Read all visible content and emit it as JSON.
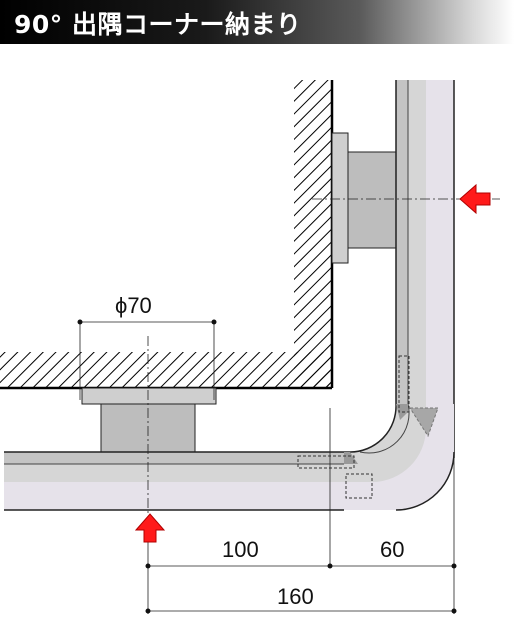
{
  "title": "90° 出隅コーナー納まり",
  "labels": {
    "diameter": "ϕ70",
    "dim_left": "100",
    "dim_right": "60",
    "dim_total": "160"
  },
  "colors": {
    "pipe_fill": "#d2d2d2",
    "pipe_highlight": "#e6e2ea",
    "arrow": "#ff1a1a",
    "wall_line": "#000000"
  }
}
